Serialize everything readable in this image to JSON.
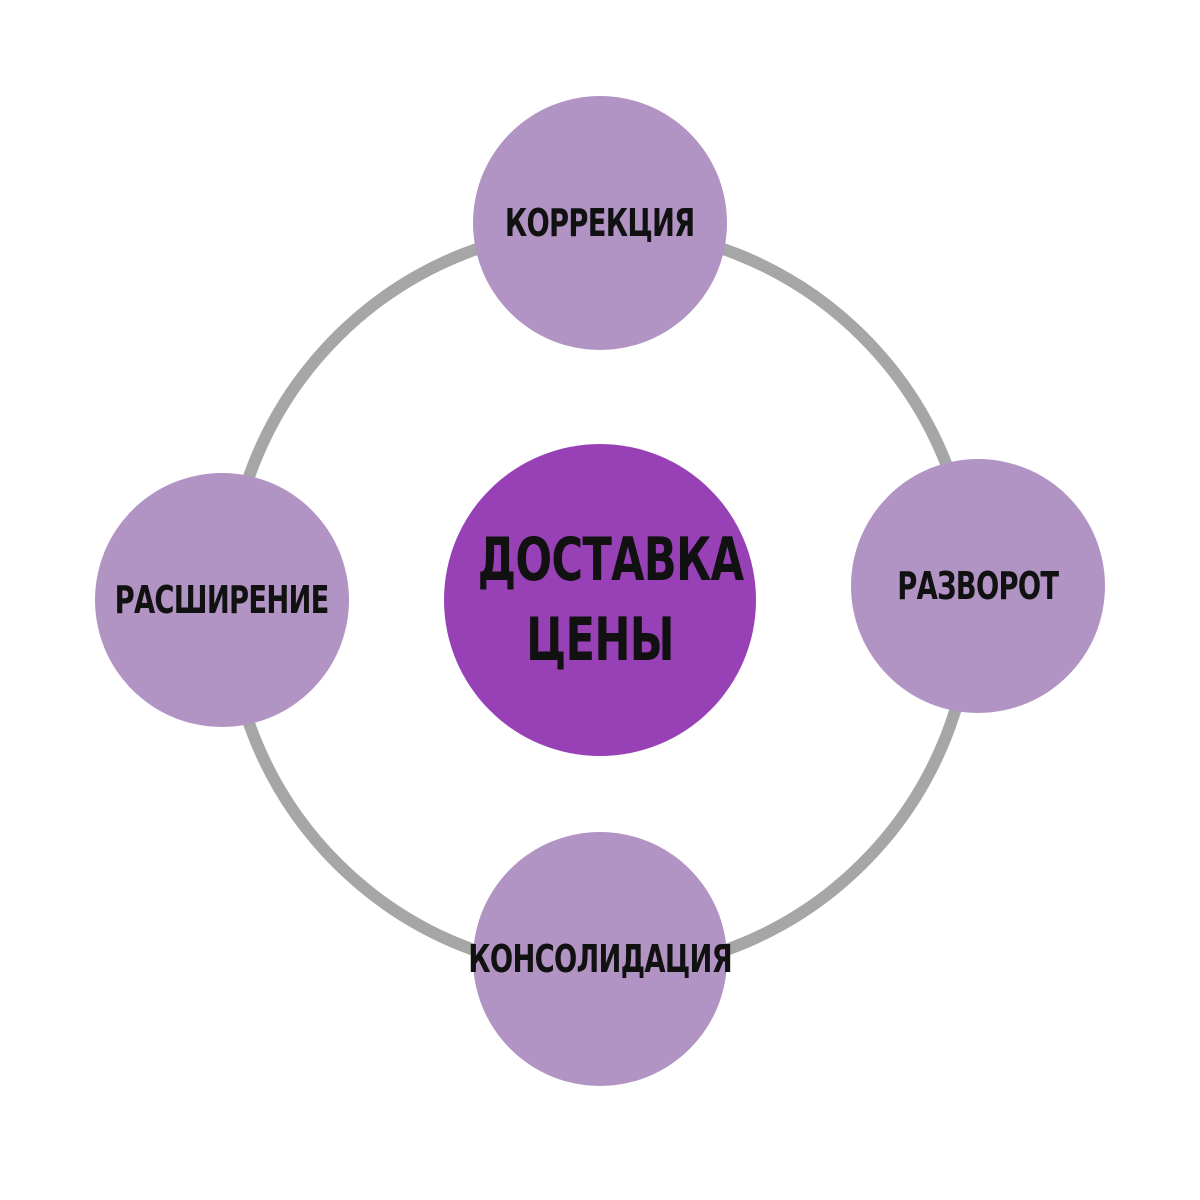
{
  "colors": {
    "ring": "#a6a6a6",
    "satellite_fill": "#b194c3",
    "center_fill": "#9841b6",
    "text": "#111111",
    "background": "#ffffff"
  },
  "center": {
    "line1": "ДОСТАВКА",
    "line2": "ЦЕНЫ"
  },
  "nodes": {
    "top": "КОРРЕКЦИЯ",
    "right": "РАЗВОРОТ",
    "bottom": "КОНСОЛИДАЦИЯ",
    "left": "РАСШИРЕНИЕ"
  }
}
